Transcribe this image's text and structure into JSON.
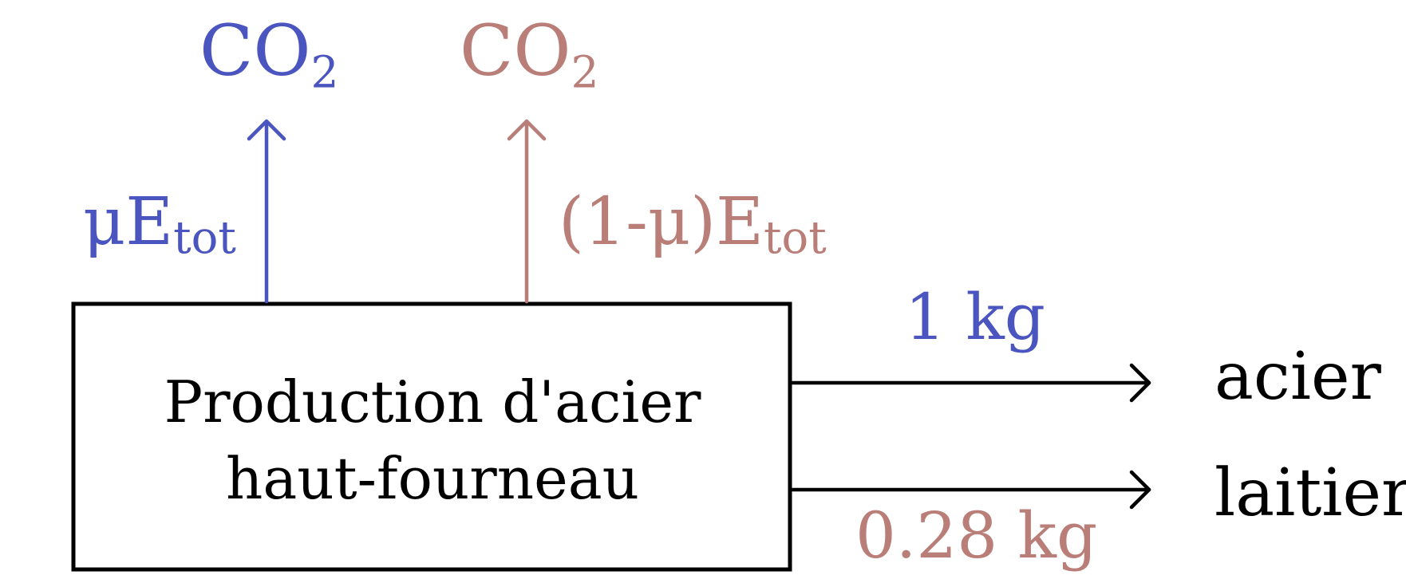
{
  "process_box": {
    "line1": "Production d'acier",
    "line2": "haut-fourneau"
  },
  "emissions": {
    "left": {
      "gas": "CO",
      "gas_sub": "2",
      "label_main": "μE",
      "label_sub": "tot",
      "color": "#4a55c0"
    },
    "right": {
      "gas": "CO",
      "gas_sub": "2",
      "label_main": "(1-μ)E",
      "label_sub": "tot",
      "color": "#b97e78"
    }
  },
  "outputs": {
    "steel": {
      "name": "acier",
      "mass": "1 kg",
      "mass_color": "#4a55c0"
    },
    "slag": {
      "name": "laitier",
      "mass": "0.28 kg",
      "mass_color": "#b97e78"
    }
  }
}
